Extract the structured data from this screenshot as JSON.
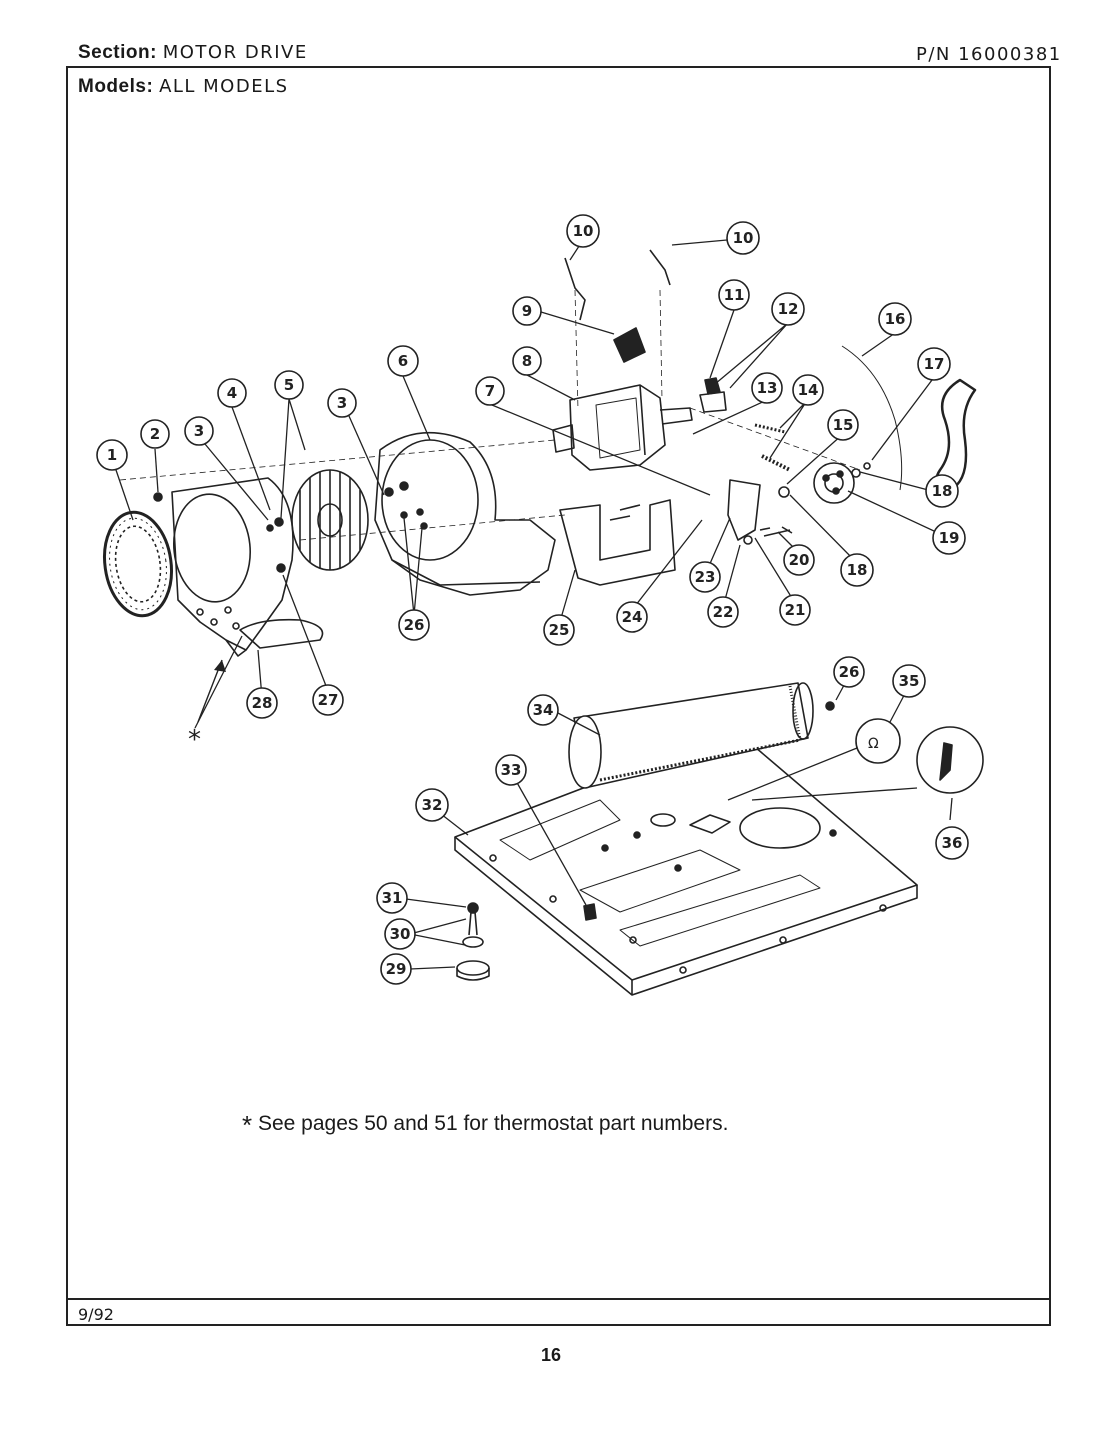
{
  "header": {
    "section_label": "Section:",
    "section_value": "MOTOR DRIVE",
    "part_number": "P/N 16000381",
    "models_label": "Models:",
    "models_value": "ALL MODELS"
  },
  "footnote": "See pages 50 and 51 for thermostat part numbers.",
  "footnote_marker": "*",
  "date": "9/92",
  "page_number": "16",
  "callouts": [
    "1",
    "2",
    "3",
    "3",
    "4",
    "5",
    "6",
    "7",
    "8",
    "9",
    "10",
    "10",
    "11",
    "12",
    "13",
    "14",
    "15",
    "16",
    "17",
    "18",
    "18",
    "19",
    "20",
    "21",
    "22",
    "23",
    "24",
    "25",
    "26",
    "26",
    "27",
    "28",
    "29",
    "30",
    "31",
    "32",
    "33",
    "34",
    "35",
    "36"
  ],
  "thermostat_marker": "*"
}
